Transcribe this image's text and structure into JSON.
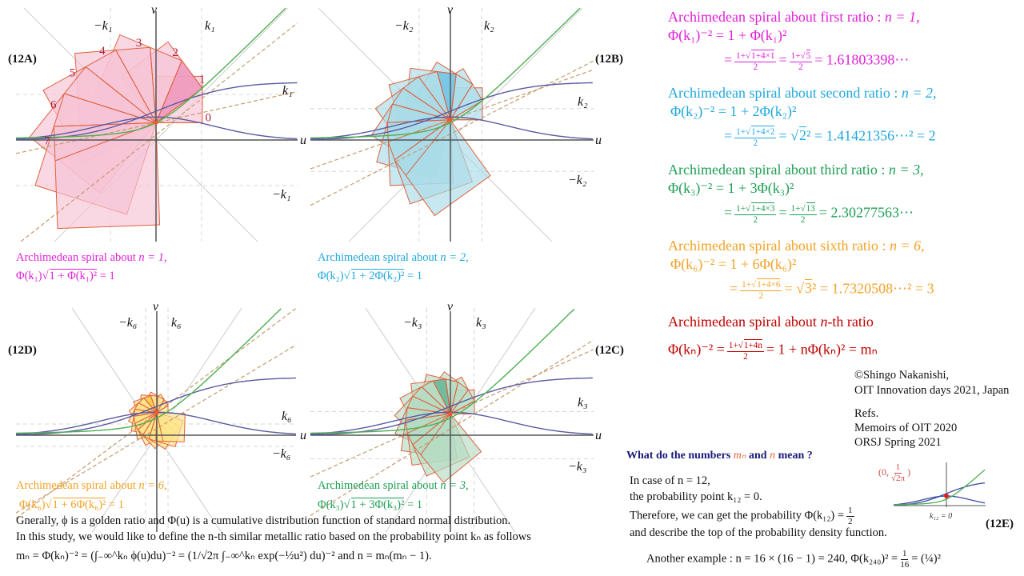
{
  "panels": {
    "A": {
      "label": "(12A)",
      "u": "u",
      "v": "v",
      "k_top": "k₁",
      "neg_k_top": "−k₁",
      "k_right": "k₁",
      "neg_k_right": "−k₁",
      "vertex_labels": [
        "0",
        "1",
        "2",
        "3",
        "4",
        "5",
        "6",
        "7"
      ],
      "caption_text": "Archimedean  spiral  about ",
      "caption_math": "n = 1,",
      "caption2_pre": "Φ(k₁)",
      "caption2_rad": "1 + Φ(k₁)²",
      "caption2_post": " = 1"
    },
    "B": {
      "label": "(12B)",
      "u": "u",
      "v": "v",
      "k_top": "k₂",
      "neg_k_top": "−k₂",
      "k_right": "k₂",
      "neg_k_right": "−k₂",
      "caption_text": "Archimedean  spiral  about ",
      "caption_math": "n = 2,",
      "caption2_pre": "Φ(k₂)",
      "caption2_rad": "1 + 2Φ(k₂)²",
      "caption2_post": " = 1"
    },
    "D": {
      "label": "(12D)",
      "u": "u",
      "v": "v",
      "k_top": "k₆",
      "neg_k_top": "−k₆",
      "k_right": "k₆",
      "neg_k_right": "−k₆",
      "caption_text": "Archimedean  spiral  about ",
      "caption_math": "n = 6,",
      "caption2_pre": "Φ(k₆)",
      "caption2_rad": "1 + 6Φ(k₆)²",
      "caption2_post": " = 1"
    },
    "C": {
      "label": "(12C)",
      "u": "u",
      "v": "v",
      "k_top": "k₃",
      "neg_k_top": "−k₃",
      "k_right": "k₃",
      "neg_k_right": "−k₃",
      "caption_text": "Archimedean  spiral  about ",
      "caption_math": "n = 3,",
      "caption2_pre": "Φ(k₃)",
      "caption2_rad": "1 + 3Φ(k₃)²",
      "caption2_post": " = 1"
    }
  },
  "ratios": {
    "first": {
      "title": "Archimedean spiral about first ratio : ",
      "title_math": "n = 1,",
      "eq1": "Φ(k₁)⁻² = 1 + Φ(k₁)²",
      "f1_pre": "1+√",
      "f1_rad": "1+4×1",
      "f1_den": "2",
      "f2_pre": "1+√",
      "f2_rad": "5",
      "f2_den": "2",
      "result": "= 1.61803398⋯"
    },
    "second": {
      "title": "Archimedean spiral about second ratio : ",
      "title_math": "n = 2,",
      "eq1": "Φ(k₂)⁻² = 1 + 2Φ(k₂)²",
      "f1_pre": "1+√",
      "f1_rad": "1+4×2",
      "f1_den": "2",
      "root": "2",
      "result": "² = 1.41421356⋯² = 2"
    },
    "third": {
      "title": "Archimedean spiral about third ratio : ",
      "title_math": "n = 3,",
      "eq1": "Φ(k₃)⁻² = 1 + 3Φ(k₃)²",
      "f1_pre": "1+√",
      "f1_rad": "1+4×3",
      "f1_den": "2",
      "f2_pre": "1+√",
      "f2_rad": "13",
      "f2_den": "2",
      "result": "= 2.30277563⋯"
    },
    "sixth": {
      "title": "Archimedean spiral about sixth ratio : ",
      "title_math": "n = 6,",
      "eq1": "Φ(k₆)⁻² = 1 + 6Φ(k₆)²",
      "f1_pre": "1+√",
      "f1_rad": "1+4×6",
      "f1_den": "2",
      "root": "3",
      "result": "² = 1.7320508⋯² = 3"
    },
    "nth": {
      "title_pre": "Archimedean spiral about ",
      "title_math": "n",
      "title_post": "-th ratio",
      "eq_pre": "Φ(kₙ)⁻² =",
      "f1_pre": "1+√",
      "f1_rad": "1+4n",
      "f1_den": "2",
      "eq_post": "= 1 + nΦ(kₙ)² = mₙ"
    }
  },
  "credits": {
    "line1": "©Shingo  Nakanishi,",
    "line2": "OIT Innovation  days 2021, Japan",
    "refs": "Refs.",
    "ref1": "Memoirs of OIT 2020",
    "ref2": "ORSJ Spring  2021"
  },
  "question": {
    "pre": "What do the numbers ",
    "mn": "mₙ",
    "and": " and ",
    "n": "n",
    "post": " mean ?"
  },
  "explain": {
    "line1": "In case of  n = 12,",
    "line2": "the probability  point  k₁₂ = 0.",
    "line3": "Therefore,  we can get the probability  Φ(k₁₂) =",
    "line3_num": "1",
    "line3_den": "2",
    "line4": "and describe  the top of the probability  density  function.",
    "line5": "Another example  : n = 16 × (16 − 1) = 240, Φ(k₂₄₀)² =",
    "line5_num": "1",
    "line5_den": "16",
    "line5_post": "= (¼)²",
    "label": "(12E)",
    "inset_point_pre": "0,",
    "inset_point_num": "1",
    "inset_point_den": "√2π",
    "inset_axis": "k₁₂ = 0"
  },
  "footer": {
    "p1": "Gnerally,  ϕ is a golden  ratio and Φ(u) is a cumulative  distribution  function  of standard normal  distribution.",
    "p2": "In this  study,  we would like to define  the n-th similar  metallic  ratio based on the probability  point  kₙ as follows",
    "p3": "mₙ = Φ(kₙ)⁻² = (∫₋∞^kₙ ϕ(u)du)⁻² = (1/√2π ∫₋∞^kₙ exp(−½u²) du)⁻²  and  n = mₙ(mₙ − 1)."
  },
  "colors": {
    "n1": "#e020d8",
    "n2": "#20a8dc",
    "n3": "#1f9e55",
    "n6": "#f2a227",
    "nth": "#c00000",
    "cdf": "#5a5aa0",
    "green_curve": "#4caf50",
    "dashed": "#c49a6c"
  }
}
